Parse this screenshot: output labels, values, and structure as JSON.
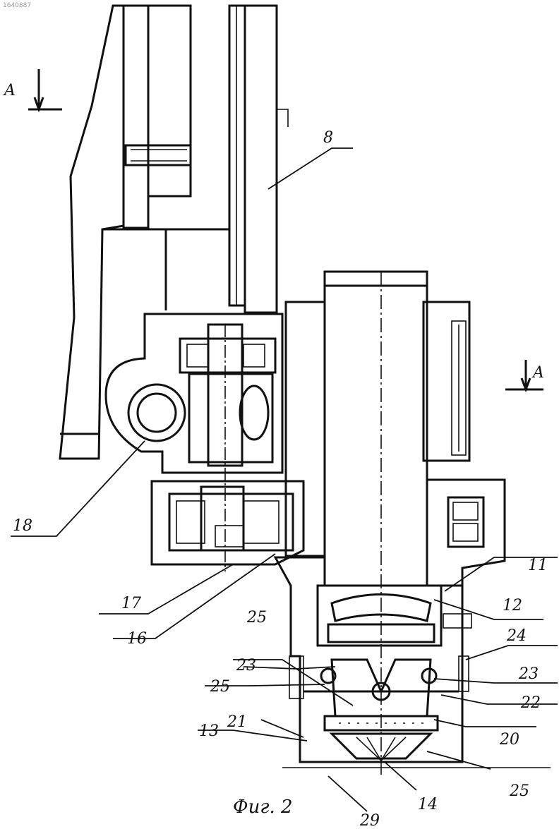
{
  "figure": {
    "caption": "Фиг. 2",
    "corner_id": "1640887",
    "section_mark": "A",
    "labels": [
      {
        "id": "8",
        "text": "8"
      },
      {
        "id": "11",
        "text": "11"
      },
      {
        "id": "12",
        "text": "12"
      },
      {
        "id": "24",
        "text": "24"
      },
      {
        "id": "23r",
        "text": "23"
      },
      {
        "id": "22",
        "text": "22"
      },
      {
        "id": "20",
        "text": "20"
      },
      {
        "id": "25r",
        "text": "25"
      },
      {
        "id": "14",
        "text": "14"
      },
      {
        "id": "29",
        "text": "29"
      },
      {
        "id": "18",
        "text": "18"
      },
      {
        "id": "17",
        "text": "17"
      },
      {
        "id": "16",
        "text": "16"
      },
      {
        "id": "25a",
        "text": "25"
      },
      {
        "id": "23l",
        "text": "23"
      },
      {
        "id": "25l",
        "text": "25"
      },
      {
        "id": "13",
        "text": "13"
      },
      {
        "id": "21",
        "text": "21"
      }
    ]
  }
}
